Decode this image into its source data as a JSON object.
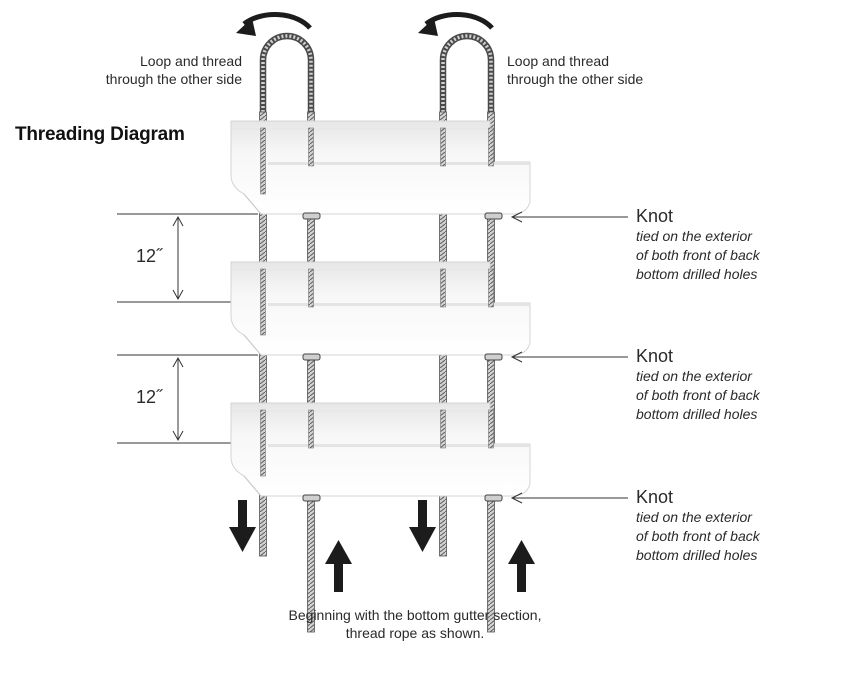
{
  "title": "Threading Diagram",
  "loop_note": [
    "Loop and thread",
    "through the other side"
  ],
  "knots": [
    {
      "label": "Knot",
      "description": [
        "tied on the exterior",
        "of both front of back",
        "bottom drilled holes"
      ]
    },
    {
      "label": "Knot",
      "description": [
        "tied on the exterior",
        "of both front of back",
        "bottom drilled holes"
      ]
    },
    {
      "label": "Knot",
      "description": [
        "tied on the exterior",
        "of both front of back",
        "bottom drilled holes"
      ]
    }
  ],
  "spacing": [
    "12˝",
    "12˝"
  ],
  "instruction": [
    "Beginning with the bottom gutter section,",
    "thread rope as shown."
  ],
  "colors": {
    "gutter_fill": "#f4f4f4",
    "gutter_edge": "#dcdcdc",
    "line": "#333333",
    "arrow": "#1c1c1c",
    "rope": "#999999"
  }
}
